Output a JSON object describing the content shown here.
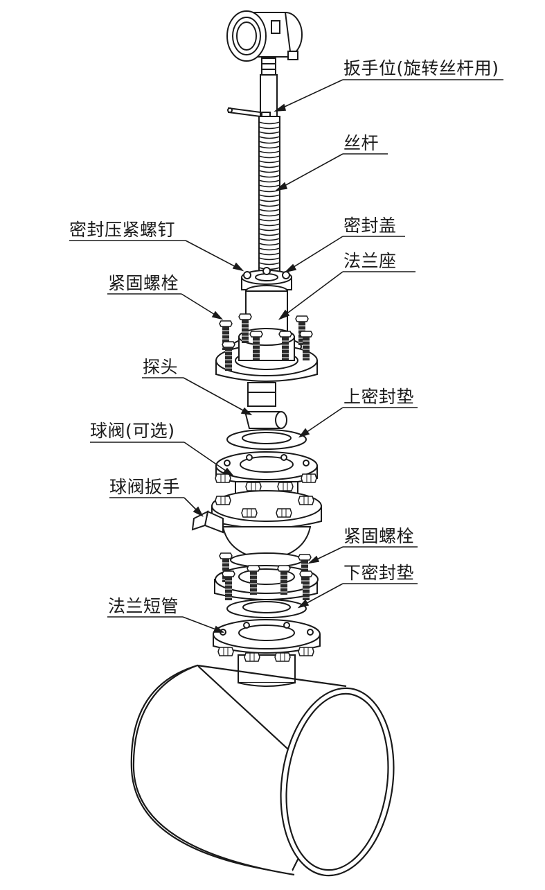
{
  "labels": {
    "wrench_position": "扳手位(旋转丝杆用)",
    "lead_screw": "丝杆",
    "seal_cap": "密封盖",
    "seal_compression_screw": "密封压紧螺钉",
    "flange_seat": "法兰座",
    "fastening_bolt_upper": "紧固螺栓",
    "probe": "探头",
    "upper_gasket": "上密封垫",
    "ball_valve_optional": "球阀(可选)",
    "ball_valve_handle": "球阀扳手",
    "fastening_bolt_lower": "紧固螺栓",
    "lower_gasket": "下密封垫",
    "flange_short_pipe": "法兰短管"
  },
  "colors": {
    "line": "#1a1a1a",
    "bolt_dark": "#2a2a2a",
    "fill": "#ffffff",
    "shade": "#e8e8e8"
  }
}
